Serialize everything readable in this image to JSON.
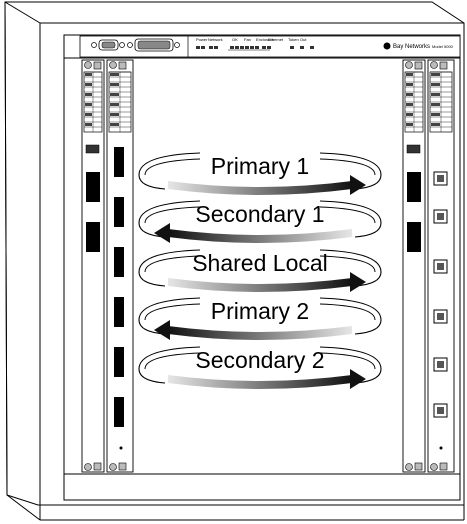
{
  "header": {
    "brand": "Bay Networks",
    "model": "Model 5000",
    "small_labels": [
      "Power",
      "Network",
      "OK",
      "Fan",
      "Enclosure",
      "Ethernet",
      "Token",
      "Out"
    ]
  },
  "rings": [
    {
      "label": "Primary 1",
      "direction": "right"
    },
    {
      "label": "Secondary 1",
      "direction": "left"
    },
    {
      "label": "Shared Local",
      "direction": "right"
    },
    {
      "label": "Primary 2",
      "direction": "left"
    },
    {
      "label": "Secondary 2",
      "direction": "right"
    }
  ],
  "colors": {
    "ring_dark": "#1a1a1a",
    "ring_light": "#e0e0e0",
    "line": "#000000",
    "background": "#ffffff"
  }
}
